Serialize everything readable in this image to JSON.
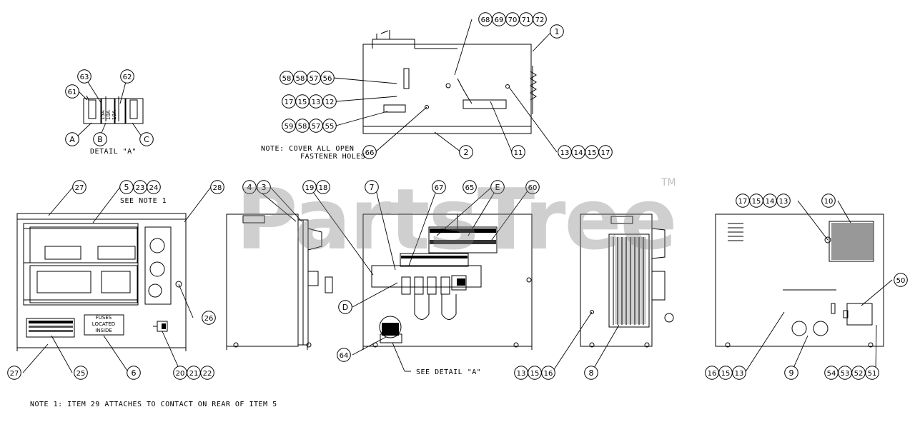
{
  "watermark": {
    "brand": "PartsTree",
    "tm": "TM"
  },
  "notes": {
    "detail_a_title": "DETAIL \"A\"",
    "cover_note_line1": "NOTE: COVER ALL OPEN",
    "cover_note_line2": "FASTENER HOLES",
    "see_note_1": "SEE NOTE 1",
    "see_detail_a": "SEE DETAIL \"A\"",
    "note_1": "NOTE 1: ITEM 29 ATTACHES TO CONTACT ON REAR OF ITEM 5"
  },
  "panel_text": {
    "fuses_line1": "FUSES",
    "fuses_line2": "LOCATED",
    "fuses_line3": "INSIDE",
    "fuse_15a": "15A",
    "fuse_10a_1": "10A",
    "fuse_10a_2": "10A"
  },
  "callouts": [
    {
      "id": "c63",
      "label": "63"
    },
    {
      "id": "c62",
      "label": "62"
    },
    {
      "id": "c61",
      "label": "61"
    },
    {
      "id": "cA",
      "label": "A"
    },
    {
      "id": "cB",
      "label": "B"
    },
    {
      "id": "cC",
      "label": "C"
    },
    {
      "id": "c58a",
      "label": "58"
    },
    {
      "id": "c58b",
      "label": "58"
    },
    {
      "id": "c57a",
      "label": "57"
    },
    {
      "id": "c56",
      "label": "56"
    },
    {
      "id": "c17a",
      "label": "17"
    },
    {
      "id": "c15a",
      "label": "15"
    },
    {
      "id": "c13a",
      "label": "13"
    },
    {
      "id": "c12",
      "label": "12"
    },
    {
      "id": "c59",
      "label": "59"
    },
    {
      "id": "c58c",
      "label": "58"
    },
    {
      "id": "c57b",
      "label": "57"
    },
    {
      "id": "c55",
      "label": "55"
    },
    {
      "id": "c68",
      "label": "68"
    },
    {
      "id": "c69",
      "label": "69"
    },
    {
      "id": "c70",
      "label": "70"
    },
    {
      "id": "c71",
      "label": "71"
    },
    {
      "id": "c72",
      "label": "72"
    },
    {
      "id": "c1",
      "label": "1"
    },
    {
      "id": "c66",
      "label": "66"
    },
    {
      "id": "c2",
      "label": "2"
    },
    {
      "id": "c11",
      "label": "11"
    },
    {
      "id": "c13b",
      "label": "13"
    },
    {
      "id": "c14a",
      "label": "14"
    },
    {
      "id": "c15b",
      "label": "15"
    },
    {
      "id": "c17b",
      "label": "17"
    },
    {
      "id": "c27a",
      "label": "27"
    },
    {
      "id": "c5",
      "label": "5"
    },
    {
      "id": "c23",
      "label": "23"
    },
    {
      "id": "c24",
      "label": "24"
    },
    {
      "id": "c28",
      "label": "28"
    },
    {
      "id": "c26",
      "label": "26"
    },
    {
      "id": "c27b",
      "label": "27"
    },
    {
      "id": "c25",
      "label": "25"
    },
    {
      "id": "c6",
      "label": "6"
    },
    {
      "id": "c20",
      "label": "20"
    },
    {
      "id": "c21",
      "label": "21"
    },
    {
      "id": "c22",
      "label": "22"
    },
    {
      "id": "c4",
      "label": "4"
    },
    {
      "id": "c3",
      "label": "3"
    },
    {
      "id": "c19",
      "label": "19"
    },
    {
      "id": "c18",
      "label": "18"
    },
    {
      "id": "c7",
      "label": "7"
    },
    {
      "id": "c67",
      "label": "67"
    },
    {
      "id": "c65",
      "label": "65"
    },
    {
      "id": "cE",
      "label": "E"
    },
    {
      "id": "c60",
      "label": "60"
    },
    {
      "id": "cD",
      "label": "D"
    },
    {
      "id": "c64",
      "label": "64"
    },
    {
      "id": "c13c",
      "label": "13"
    },
    {
      "id": "c15c",
      "label": "15"
    },
    {
      "id": "c16a",
      "label": "16"
    },
    {
      "id": "c8",
      "label": "8"
    },
    {
      "id": "c17c",
      "label": "17"
    },
    {
      "id": "c15d",
      "label": "15"
    },
    {
      "id": "c14b",
      "label": "14"
    },
    {
      "id": "c13d",
      "label": "13"
    },
    {
      "id": "c10",
      "label": "10"
    },
    {
      "id": "c50",
      "label": "50"
    },
    {
      "id": "c16b",
      "label": "16"
    },
    {
      "id": "c15e",
      "label": "15"
    },
    {
      "id": "c13e",
      "label": "13"
    },
    {
      "id": "c9",
      "label": "9"
    },
    {
      "id": "c54",
      "label": "54"
    },
    {
      "id": "c53",
      "label": "53"
    },
    {
      "id": "c52",
      "label": "52"
    },
    {
      "id": "c51",
      "label": "51"
    }
  ]
}
